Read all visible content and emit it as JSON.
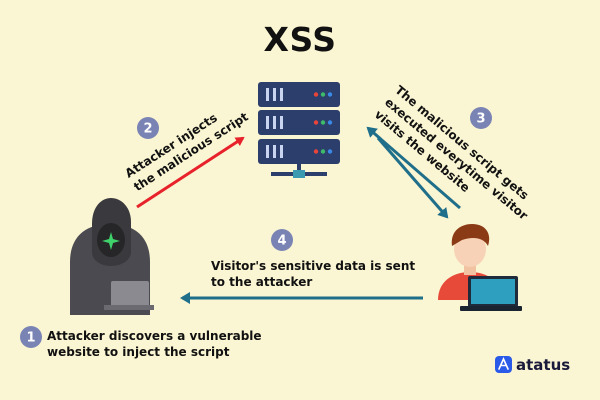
{
  "title": "XSS",
  "steps": [
    {
      "number": "1",
      "text_line1": "Attacker discovers a vulnerable",
      "text_line2": "website to inject the script"
    },
    {
      "number": "2",
      "text_line1": "Attacker injects",
      "text_line2": "the malicious script"
    },
    {
      "number": "3",
      "text_line1": "The malicious script gets",
      "text_line2": "executed everytime visitor",
      "text_line3": "visits the website"
    },
    {
      "number": "4",
      "text_line1": "Visitor's sensitive data is sent",
      "text_line2": "to the attacker"
    }
  ],
  "brand": {
    "name": "atatus"
  },
  "colors": {
    "background": "#faf5d2",
    "badge": "#7a84b4",
    "red_arrow": "#e8222a",
    "teal_arrow": "#1f6e8a",
    "server": "#2c3e6b",
    "hood": "#3a3a3e"
  }
}
